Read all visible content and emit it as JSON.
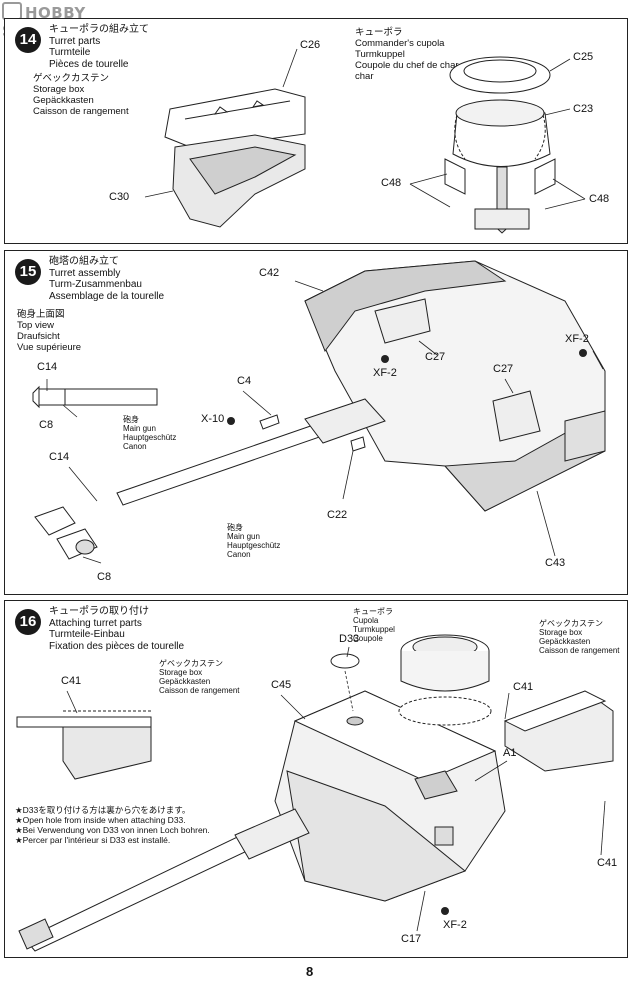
{
  "watermark": "HOBBY SEARCH",
  "page_number": "8",
  "step14": {
    "number": "14",
    "title_jp": "キューポラの組み立て",
    "title_en": "Turret parts",
    "title_de": "Turmteile",
    "title_fr": "Pièces de tourelle",
    "storage_box": {
      "jp": "ゲベックカステン",
      "en": "Storage box",
      "de": "Gepäckkasten",
      "fr": "Caisson de rangement"
    },
    "cupola": {
      "jp": "キューポラ",
      "en": "Commander's cupola",
      "de": "Turmkuppel",
      "fr": "Coupole du chef de char"
    },
    "labels": {
      "c26": "C26",
      "c30": "C30",
      "c25": "C25",
      "c23": "C23",
      "c48a": "C48",
      "c48b": "C48"
    }
  },
  "step15": {
    "number": "15",
    "title_jp": "砲塔の組み立て",
    "title_en": "Turret assembly",
    "title_de": "Turm-Zusammenbau",
    "title_fr": "Assemblage de la tourelle",
    "top_view": {
      "jp": "砲身上面図",
      "en": "Top view",
      "de": "Draufsicht",
      "fr": "Vue supérieure"
    },
    "main_gun_a": {
      "jp": "砲身",
      "en": "Main gun",
      "de": "Hauptgeschütz",
      "fr": "Canon"
    },
    "main_gun_b": {
      "jp": "砲身",
      "en": "Main gun",
      "de": "Hauptgeschütz",
      "fr": "Canon"
    },
    "labels": {
      "c42": "C42",
      "c14a": "C14",
      "c8a": "C8",
      "c4": "C4",
      "x10": "X-10",
      "c14b": "C14",
      "c8b": "C8",
      "xf2a": "XF-2",
      "c27a": "C27",
      "c27b": "C27",
      "xf2b": "XF-2",
      "c22": "C22",
      "c43": "C43"
    }
  },
  "step16": {
    "number": "16",
    "title_jp": "キューポラの取り付け",
    "title_en": "Attaching turret parts",
    "title_de": "Turmteile-Einbau",
    "title_fr": "Fixation des pièces de tourelle",
    "cupola": {
      "jp": "キューポラ",
      "en": "Cupola",
      "de": "Turmkuppel",
      "fr": "Coupole"
    },
    "storage_box_left": {
      "jp": "ゲベックカステン",
      "en": "Storage box",
      "de": "Gepäckkasten",
      "fr": "Caisson de rangement"
    },
    "storage_box_right": {
      "jp": "ゲベックカステン",
      "en": "Storage box",
      "de": "Gepäckkasten",
      "fr": "Caisson de rangement"
    },
    "notes": [
      "★D33を取り付ける方は裏から穴をあけます。",
      "★Open hole from inside when attaching D33.",
      "★Bei Verwendung von D33 von innen Loch bohren.",
      "★Percer par l'intérieur si D33 est installé."
    ],
    "labels": {
      "d33": "D33",
      "c41a": "C41",
      "c45": "C45",
      "c41b": "C41",
      "a1": "A1",
      "c41c": "C41",
      "xf2": "XF-2",
      "c17": "C17"
    }
  }
}
